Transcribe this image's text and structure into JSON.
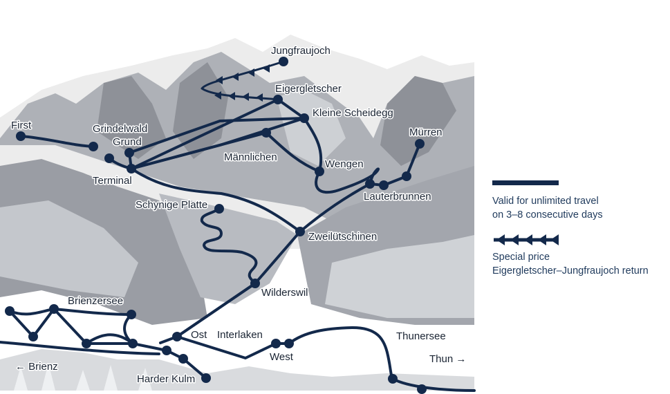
{
  "colors": {
    "route": "#13294b",
    "sky": "#ffffff",
    "mountain_dark": "#8e9198",
    "mountain_mid": "#aeb1b7",
    "mountain_light": "#cdd0d4",
    "snow": "#ececec",
    "text": "#1a2433",
    "legend_text": "#1f3a5c"
  },
  "stations": {
    "jungfraujoch": "Jungfraujoch",
    "eigergletscher": "Eigergletscher",
    "kleine_scheidegg": "Kleine Scheidegg",
    "first": "First",
    "grindelwald": "Grindelwald",
    "grund": "Grund",
    "terminal": "Terminal",
    "maennlichen": "Männlichen",
    "wengen": "Wengen",
    "muerren": "Mürren",
    "lauterbrunnen": "Lauterbrunnen",
    "schynige_platte": "Schynige Platte",
    "zweiluetschinen": "Zweilütschinen",
    "wilderswil": "Wilderswil",
    "brienzersee": "Brienzersee",
    "ost": "Ost",
    "interlaken": "Interlaken",
    "west": "West",
    "thunersee": "Thunersee",
    "thun": "Thun →",
    "brienz": "← Brienz",
    "harder_kulm": "Harder Kulm"
  },
  "legend": {
    "unlimited_line1": "Valid for unlimited travel",
    "unlimited_line2": "on 3–8 consecutive days",
    "special_line1": "Special price",
    "special_line2": "Eigergletscher–Jungfraujoch return"
  }
}
